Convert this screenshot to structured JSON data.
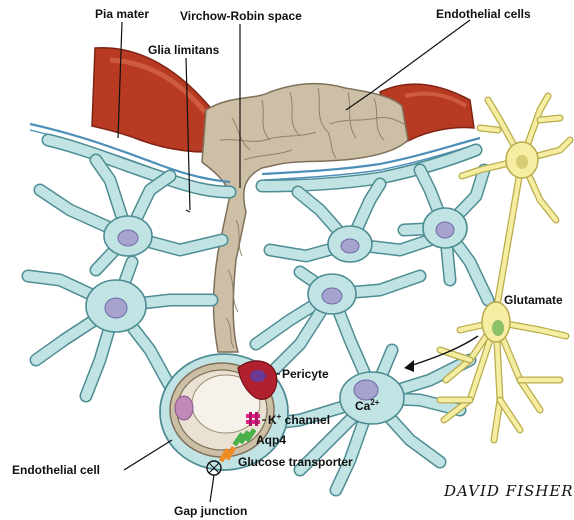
{
  "labels": {
    "pia_mater": "Pia mater",
    "virchow_robin": "Virchow-Robin space",
    "endothelial_cells": "Endothelial cells",
    "glia_limitans": "Glia limitans",
    "glutamate": "Glutamate",
    "pericyte": "Pericyte",
    "calcium": "Ca",
    "calcium_charge": "2+",
    "k_channel": "K",
    "k_channel_suffix": " channel",
    "k_charge": "+",
    "aqp4": "Aqp4",
    "glucose_transporter": "Glucose transporter",
    "endothelial_cell": "Endothelial cell",
    "gap_junction": "Gap junction",
    "signature": "DAVID FISHER"
  },
  "colors": {
    "artery": "#b83a22",
    "artery_dark": "#7e2414",
    "vessel_tan": "#cdbfa5",
    "astrocyte": "#c2e3e4",
    "astrocyte_outline": "#4d8d93",
    "pia_blue": "#4c8fb9",
    "neuron": "#f4eda2",
    "pericyte": "#b0202e",
    "k_channel": "#e0218a",
    "aqp4": "#49b04a",
    "glucose_transporter": "#f08a24"
  }
}
